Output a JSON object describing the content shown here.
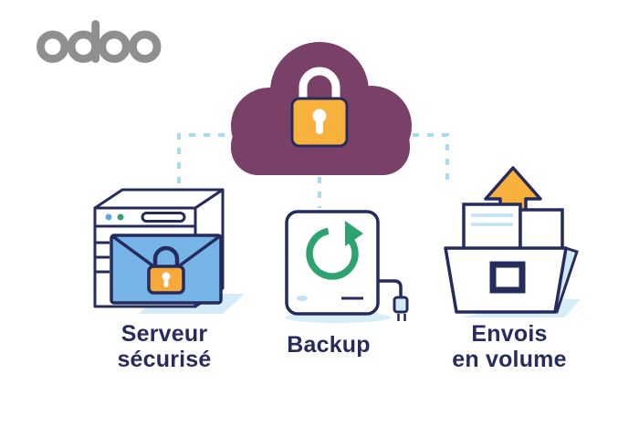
{
  "brand": {
    "logo_text": "odoo"
  },
  "cloud": {
    "icon": "cloud-lock-icon"
  },
  "nodes": [
    {
      "icon": "secure-server-icon",
      "label_line1": "Serveur",
      "label_line2": "sécurisé"
    },
    {
      "icon": "backup-drive-icon",
      "label_line1": "Backup",
      "label_line2": ""
    },
    {
      "icon": "bulk-send-icon",
      "label_line1": "Envois",
      "label_line2": "en volume"
    }
  ],
  "colors": {
    "cloud_purple": "#7A4168",
    "lock_yellow": "#F8B13C",
    "outline_navy": "#252B5C",
    "envelope_blue": "#77B5E9",
    "accent_light_blue": "#BFE3F2",
    "connector_blue": "#A9DAF0",
    "refresh_green": "#2FA36F",
    "logo_gray": "#8F8F8F",
    "text_navy": "#272B5E"
  }
}
